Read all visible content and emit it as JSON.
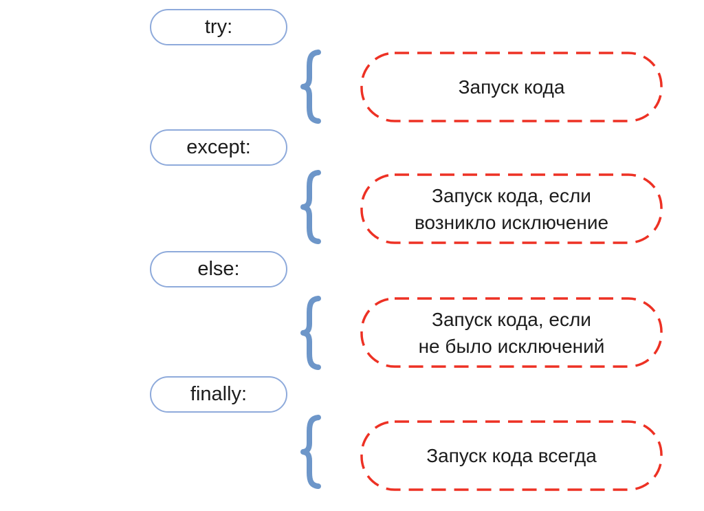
{
  "colors": {
    "pill_border": "#8EAADB",
    "brace": "#6D96C9",
    "box_border": "#ED3124",
    "text": "#1C1C1C",
    "background": "#FFFFFF"
  },
  "rows": [
    {
      "keyword": "try:",
      "lines": [
        "Запуск кода"
      ]
    },
    {
      "keyword": "except:",
      "lines": [
        "Запуск кода, если",
        "возникло исключение"
      ]
    },
    {
      "keyword": "else:",
      "lines": [
        "Запуск кода, если",
        "не было исключений"
      ]
    },
    {
      "keyword": "finally:",
      "lines": [
        "Запуск кода всегда"
      ]
    }
  ]
}
